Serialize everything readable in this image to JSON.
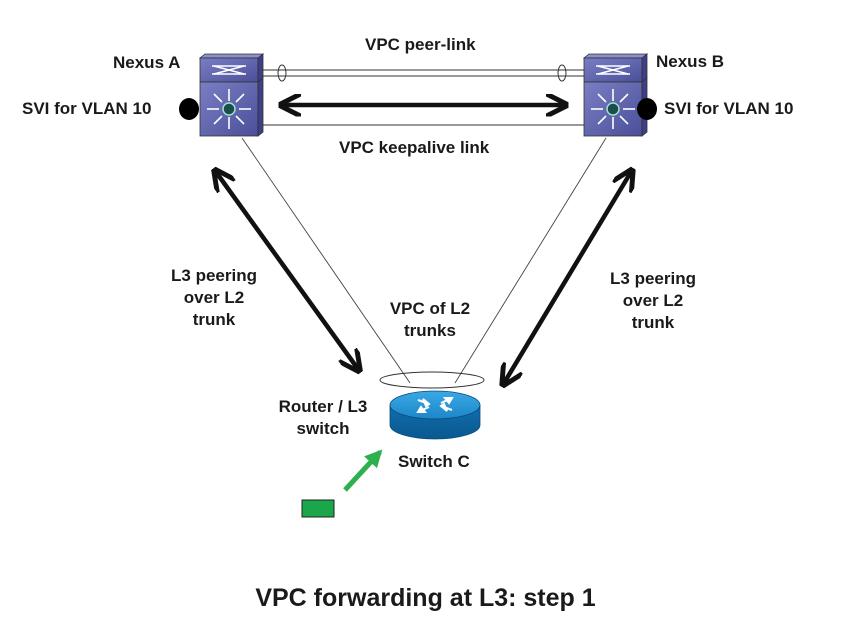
{
  "title": "VPC forwarding at L3: step 1",
  "nodes": {
    "nexus_a": {
      "name": "Nexus A",
      "svi": "SVI for VLAN 10"
    },
    "nexus_b": {
      "name": "Nexus B",
      "svi": "SVI for VLAN 10"
    },
    "switch_c": {
      "name": "Switch C",
      "role": "Router / L3\nswitch"
    }
  },
  "links": {
    "peer_link": "VPC peer-link",
    "keepalive_link": "VPC keepalive link",
    "vpc_l2_trunks": "VPC of L2\ntrunks",
    "l3_peering_left": "L3 peering\nover L2\ntrunk",
    "l3_peering_right": "L3 peering\nover L2\ntrunk"
  },
  "colors": {
    "nexus_body": "#5a5fa8",
    "router_body": "#1f8fd0",
    "packet": "#1aa64a",
    "traffic_arrow": "#2db14e"
  }
}
